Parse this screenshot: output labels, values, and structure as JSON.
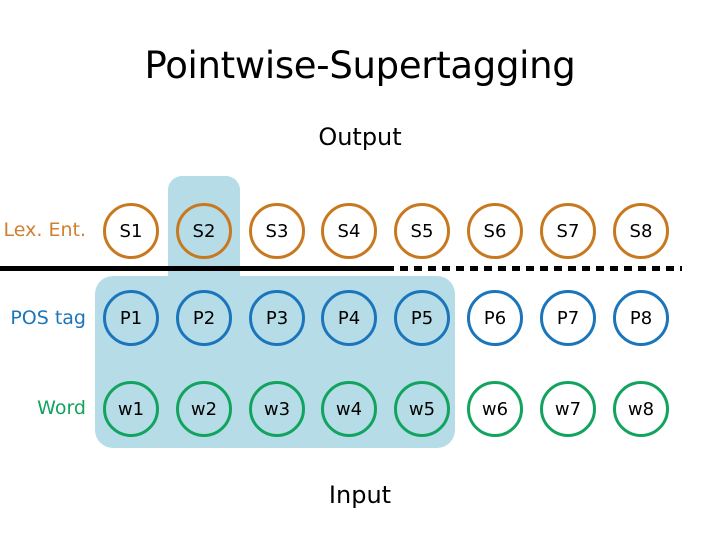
{
  "slide": {
    "title": "Pointwise-Supertagging",
    "top_label": "Output",
    "bottom_label": "Input"
  },
  "colors": {
    "lex_ent": "#d08030",
    "pos_tag": "#1b75bb",
    "word": "#12a35e",
    "highlight": "#b6dce8",
    "divider": "#000000",
    "background": "#ffffff"
  },
  "rows": [
    {
      "label": "Lex. Ent.",
      "key": "lex-ent",
      "nodes": [
        "S1",
        "S2",
        "S3",
        "S4",
        "S5",
        "S6",
        "S7",
        "S8"
      ]
    },
    {
      "label": "POS tag",
      "key": "pos-tag",
      "nodes": [
        "P1",
        "P2",
        "P3",
        "P4",
        "P5",
        "P6",
        "P7",
        "P8"
      ]
    },
    {
      "label": "Word",
      "key": "word",
      "nodes": [
        "w1",
        "w2",
        "w3",
        "w4",
        "w5",
        "w6",
        "w7",
        "w8"
      ]
    }
  ],
  "chart_data": {
    "type": "diagram",
    "title": "Pointwise-Supertagging",
    "annotations": [
      "Output",
      "Input"
    ],
    "rows": [
      "Lex. Ent.",
      "POS tag",
      "Word"
    ],
    "columns": [
      1,
      2,
      3,
      4,
      5,
      6,
      7,
      8
    ],
    "cells": [
      [
        "S1",
        "S2",
        "S3",
        "S4",
        "S5",
        "S6",
        "S7",
        "S8"
      ],
      [
        "P1",
        "P2",
        "P3",
        "P4",
        "P5",
        "P6",
        "P7",
        "P8"
      ],
      [
        "w1",
        "w2",
        "w3",
        "w4",
        "w5",
        "w6",
        "w7",
        "w8"
      ]
    ],
    "highlight_input_window": [
      "w1",
      "w2",
      "w3",
      "w4",
      "w5",
      "P1",
      "P2",
      "P3",
      "P4",
      "P5"
    ],
    "highlight_output_target": [
      "S2"
    ],
    "divider": {
      "solid_through_column": 5,
      "dashed_from_column": 6
    }
  }
}
